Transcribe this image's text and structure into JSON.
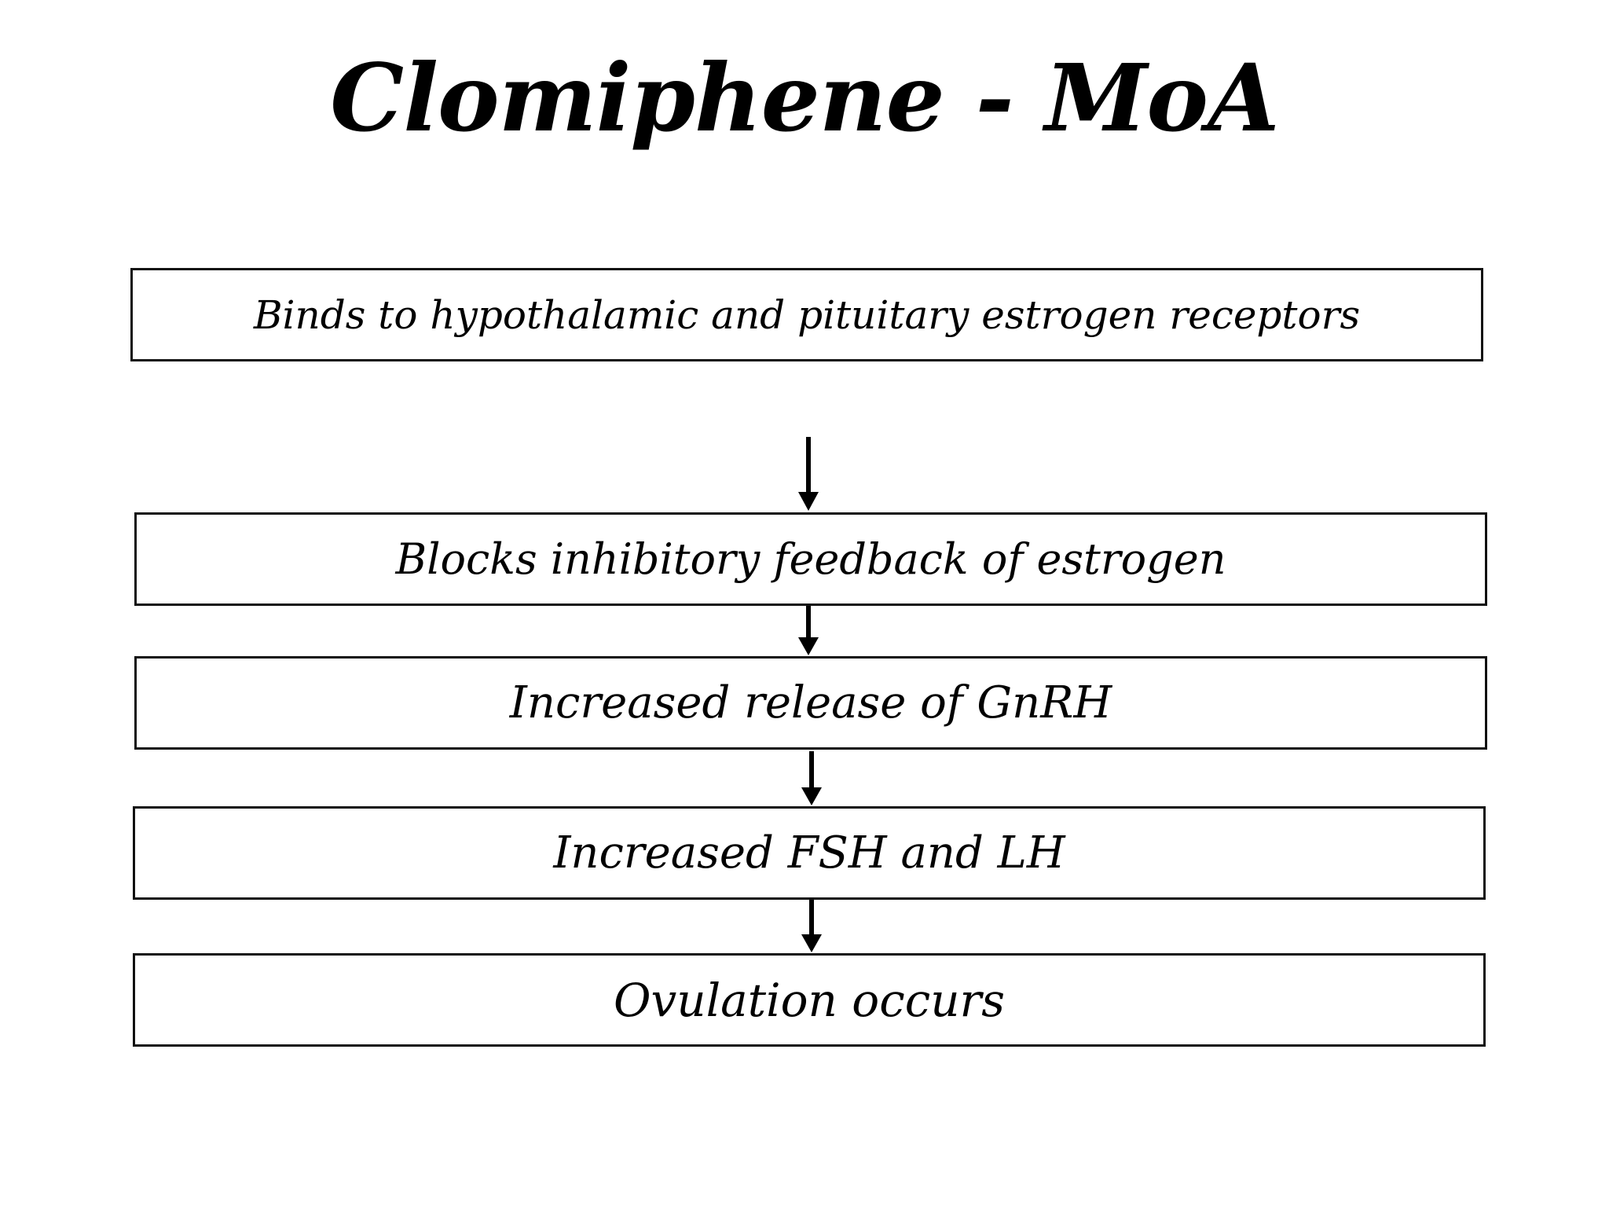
{
  "title": "Clomiphene - MoA",
  "steps": [
    {
      "label": "Binds to hypothalamic and pituitary estrogen receptors"
    },
    {
      "label": "Blocks inhibitory feedback of estrogen"
    },
    {
      "label": "Increased release of GnRH"
    },
    {
      "label": "Increased FSH and LH"
    },
    {
      "label": "Ovulation occurs"
    }
  ],
  "colors": {
    "background": "#ffffff",
    "text": "#000000",
    "border": "#111111",
    "arrow": "#000000"
  }
}
